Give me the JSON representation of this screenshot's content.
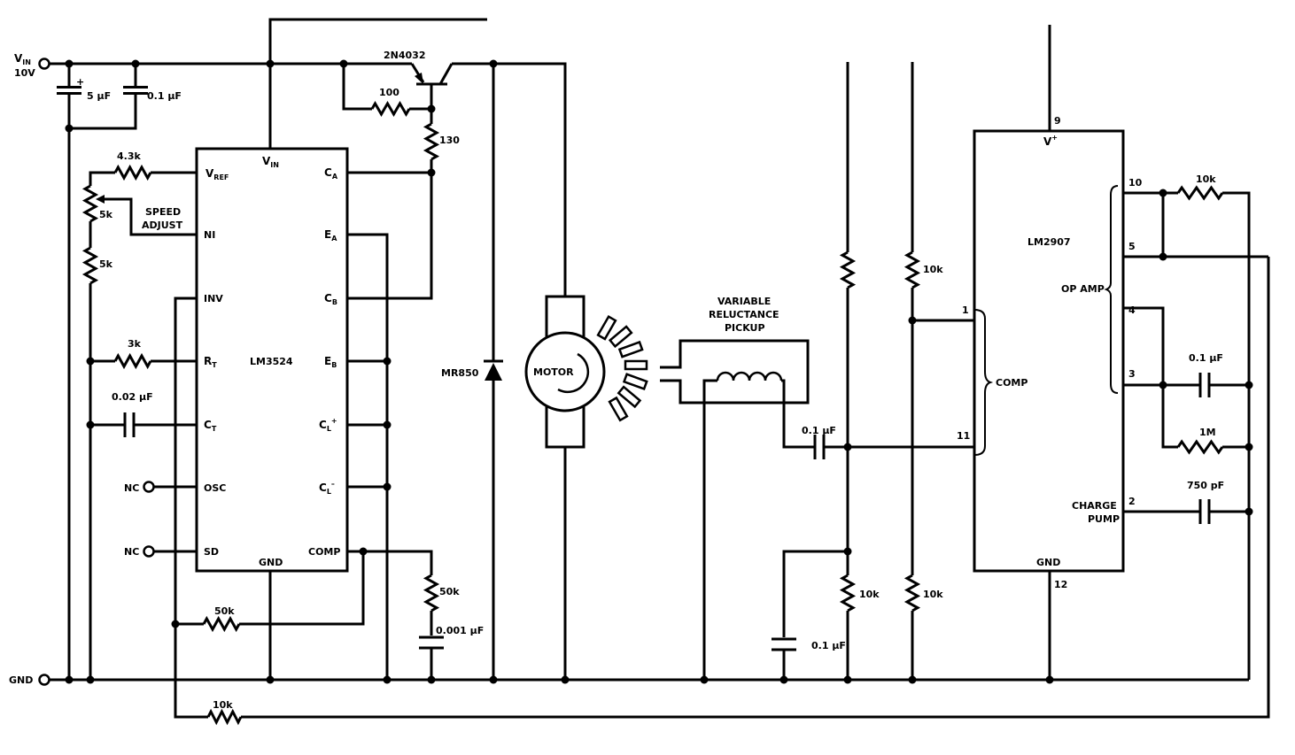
{
  "terminals": {
    "vin": "V",
    "vin_sub": "IN",
    "vin_value": "10V",
    "gnd": "GND",
    "nc1": "NC",
    "nc2": "NC"
  },
  "components": {
    "c1": "5 µF",
    "c2": "0.1 µF",
    "q1": "2N4032",
    "r100": "100",
    "r130": "130",
    "r43k": "4.3k",
    "pot5k": "5k",
    "r5k": "5k",
    "speed1": "SPEED",
    "speed2": "ADJUST",
    "r3k": "3k",
    "ct": "0.02 µF",
    "r50k_a": "50k",
    "c001": "0.001 µF",
    "r50k_b": "50k",
    "r10k_fb": "10k",
    "diode": "MR850",
    "motor": "MOTOR",
    "pickup1": "VARIABLE",
    "pickup2": "RELUCTANCE",
    "pickup3": "PICKUP",
    "c_in": "0.1 µF",
    "c_div": "0.1 µF",
    "r10k_a": "10k",
    "r10k_b": "10k",
    "r10k_c": "10k",
    "r10k_out": "10k",
    "c_fb": "0.1 µF",
    "r1m": "1M",
    "c750": "750 pF"
  },
  "lm3524": {
    "name": "LM3524",
    "pins": {
      "vref": "V",
      "vref_sub": "REF",
      "vin": "V",
      "vin_sub": "IN",
      "ni": "NI",
      "inv": "INV",
      "rt": "R",
      "rt_sub": "T",
      "ct": "C",
      "ct_sub": "T",
      "osc": "OSC",
      "sd": "SD",
      "gnd": "GND",
      "comp": "COMP",
      "ca": "C",
      "ca_sub": "A",
      "ea": "E",
      "ea_sub": "A",
      "cb": "C",
      "cb_sub": "B",
      "eb": "E",
      "eb_sub": "B",
      "clp": "C",
      "clp_sub": "L",
      "clp_sup": "+",
      "clm": "C",
      "clm_sub": "L",
      "clm_sup": "–"
    }
  },
  "lm2907": {
    "name": "LM2907",
    "vplus": "V",
    "vplus_sup": "+",
    "gnd": "GND",
    "comp": "COMP",
    "opamp": "OP AMP",
    "charge1": "CHARGE",
    "charge2": "PUMP",
    "pin_numbers": {
      "p9": "9",
      "p12": "12",
      "p1": "1",
      "p11": "11",
      "p10": "10",
      "p5": "5",
      "p4": "4",
      "p3": "3",
      "p2": "2"
    }
  }
}
